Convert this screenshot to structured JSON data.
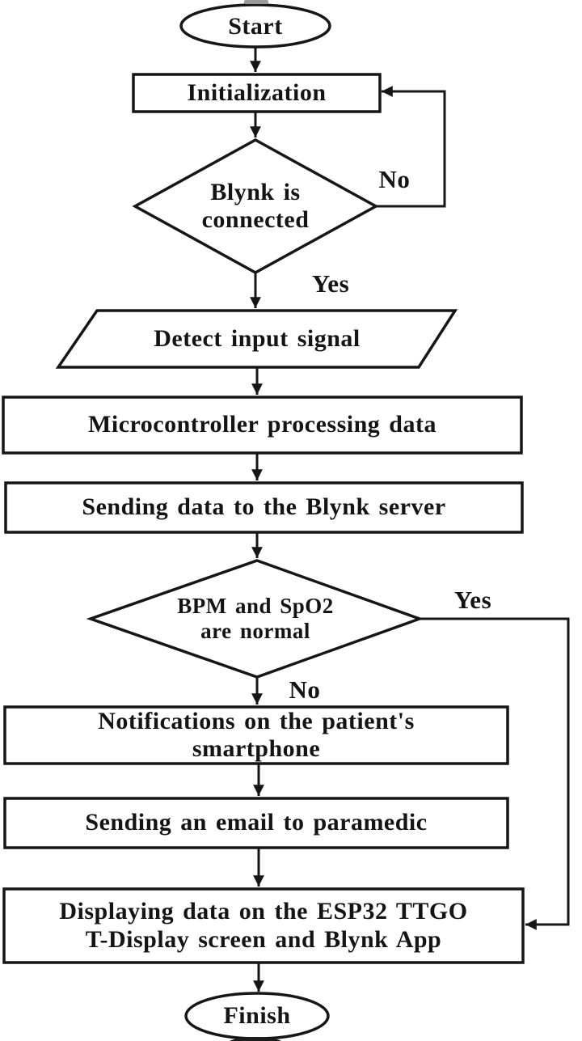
{
  "diagram_type": "flowchart",
  "colors": {
    "ink": "#161616",
    "background": "#ffffff",
    "text": "#141414"
  },
  "nodes": {
    "start": {
      "type": "terminator",
      "label": "Start"
    },
    "initialization": {
      "type": "process",
      "label": "Initialization"
    },
    "blynk_connected": {
      "type": "decision",
      "label": "Blynk is\nconnected"
    },
    "detect_input": {
      "type": "input-output",
      "label": "Detect input signal"
    },
    "microcontroller": {
      "type": "process",
      "label": "Microcontroller processing data"
    },
    "send_to_server": {
      "type": "process",
      "label": "Sending data to the Blynk server"
    },
    "vitals_normal": {
      "type": "decision",
      "label": "BPM and SpO2\nare normal"
    },
    "notifications": {
      "type": "process",
      "label": "Notifications on the patient's\nsmartphone"
    },
    "email_paramedic": {
      "type": "process",
      "label": "Sending an email to paramedic"
    },
    "display_data": {
      "type": "process",
      "label": "Displaying data on the ESP32 TTGO\nT-Display screen and Blynk App"
    },
    "finish": {
      "type": "terminator",
      "label": "Finish"
    }
  },
  "edges": {
    "blynk_no": {
      "from": "blynk_connected",
      "to": "initialization",
      "label": "No"
    },
    "blynk_yes": {
      "from": "blynk_connected",
      "to": "detect_input",
      "label": "Yes"
    },
    "vitals_yes": {
      "from": "vitals_normal",
      "to": "display_data",
      "label": "Yes"
    },
    "vitals_no": {
      "from": "vitals_normal",
      "to": "notifications",
      "label": "No"
    }
  }
}
